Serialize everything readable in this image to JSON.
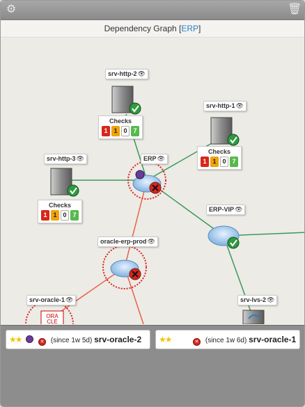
{
  "window": {
    "gear_icon": "gear-icon",
    "trash_icon": "trash-icon"
  },
  "header": {
    "title": "Dependency Graph",
    "bracket_open": "[",
    "link": "ERP",
    "bracket_close": "]"
  },
  "nodes": {
    "srv_http_2": {
      "label": "srv-http-2"
    },
    "srv_http_1": {
      "label": "srv-http-1"
    },
    "srv_http_3": {
      "label": "srv-http-3"
    },
    "erp": {
      "label": "ERP"
    },
    "erp_vip": {
      "label": "ERP-VIP"
    },
    "oracle_erp_prod": {
      "label": "oracle-erp-prod"
    },
    "srv_oracle_1": {
      "label": "srv-oracle-1"
    },
    "srv_lvs_2": {
      "label": "srv-lvs-2"
    }
  },
  "checks": {
    "title": "Checks",
    "srv_http_2": [
      "1",
      "1",
      "0",
      "7"
    ],
    "srv_http_1": [
      "1",
      "1",
      "0",
      "7"
    ],
    "srv_http_3": [
      "1",
      "1",
      "0",
      "7"
    ]
  },
  "eye_glyph": "👁",
  "oracle_logo": {
    "line1": "ORA",
    "line2": "CLE"
  },
  "notifications": [
    {
      "since": "(since 1w 5d)",
      "host": "srv-oracle-2",
      "icons": [
        "purple-status-icon",
        "critical-icon"
      ]
    },
    {
      "since": "(since 1w 6d)",
      "host": "srv-oracle-1",
      "icons": [
        "critical-icon"
      ]
    }
  ],
  "colors": {
    "ok_edge": "#3a9a5a",
    "fail_edge": "#e8604a",
    "critical": "#d9261c",
    "ok": "#2e9b3e",
    "link": "#2a7fc1"
  }
}
